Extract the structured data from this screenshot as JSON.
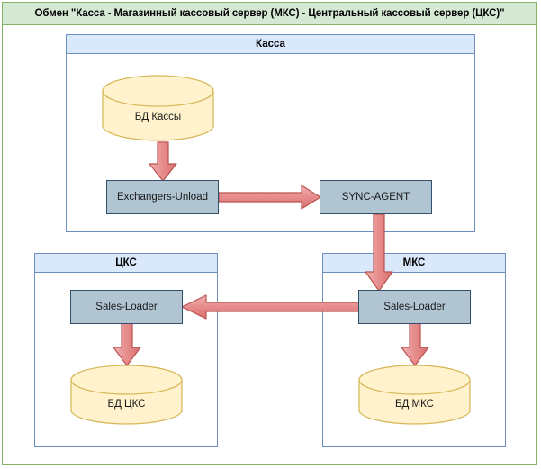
{
  "diagram": {
    "title": "Обмен \"Касса - Магазинный кассовый сервер (МКС) - Центральный кассовый сервер (ЦКС)\"",
    "frame_color": "#82b366",
    "title_bg": "#d5e8d4",
    "container_border": "#6c8ebf",
    "container_header_bg": "#dae8fc",
    "process_fill": "#b1c4d2",
    "process_border": "#30506b",
    "db_fill": "#fff2cc",
    "db_border": "#d6b656",
    "arrow_fill": "#ea9999",
    "arrow_border": "#b85450"
  },
  "containers": [
    {
      "id": "kassa",
      "label": "Касса"
    },
    {
      "id": "cks",
      "label": "ЦКС"
    },
    {
      "id": "mks",
      "label": "МКС"
    }
  ],
  "databases": [
    {
      "id": "db-kassa",
      "label": "БД Кассы"
    },
    {
      "id": "db-cks",
      "label": "БД ЦКС"
    },
    {
      "id": "db-mks",
      "label": "БД МКС"
    }
  ],
  "processes": [
    {
      "id": "exchangers-unload",
      "label": "Exchangers-Unload"
    },
    {
      "id": "sync-agent",
      "label": "SYNC-AGENT"
    },
    {
      "id": "cks-sales-loader",
      "label": "Sales-Loader"
    },
    {
      "id": "mks-sales-loader",
      "label": "Sales-Loader"
    }
  ],
  "arrows": [
    {
      "id": "db-kassa-to-exchangers",
      "from": "БД Кассы",
      "to": "Exchangers-Unload",
      "direction": "down"
    },
    {
      "id": "exchangers-to-sync",
      "from": "Exchangers-Unload",
      "to": "SYNC-AGENT",
      "direction": "right"
    },
    {
      "id": "sync-to-mks-loader",
      "from": "SYNC-AGENT",
      "to": "Sales-Loader (МКС)",
      "direction": "down"
    },
    {
      "id": "mks-loader-to-cks-loader",
      "from": "Sales-Loader (МКС)",
      "to": "Sales-Loader (ЦКС)",
      "direction": "left"
    },
    {
      "id": "cks-loader-to-db",
      "from": "Sales-Loader (ЦКС)",
      "to": "БД ЦКС",
      "direction": "down"
    },
    {
      "id": "mks-loader-to-db",
      "from": "Sales-Loader (МКС)",
      "to": "БД МКС",
      "direction": "down"
    }
  ]
}
